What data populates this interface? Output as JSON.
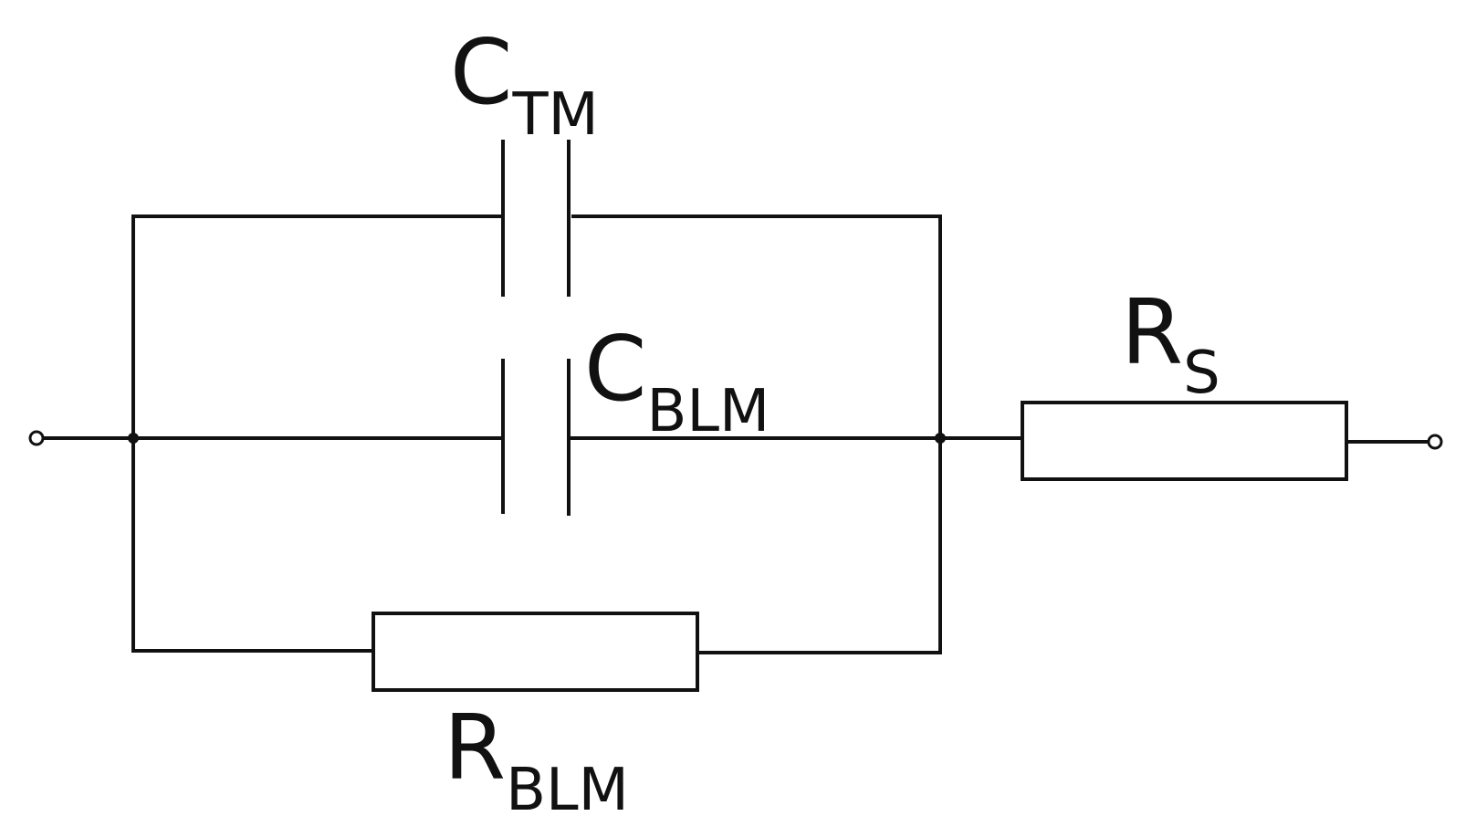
{
  "components": {
    "c_tm": {
      "symbol": "C",
      "subscript": "TM"
    },
    "c_blm": {
      "symbol": "C",
      "subscript": "BLM"
    },
    "r_s": {
      "symbol": "R",
      "subscript": "S"
    },
    "r_blm": {
      "symbol": "R",
      "subscript": "BLM"
    }
  },
  "colors": {
    "line": "#111111",
    "background": "#ffffff"
  }
}
